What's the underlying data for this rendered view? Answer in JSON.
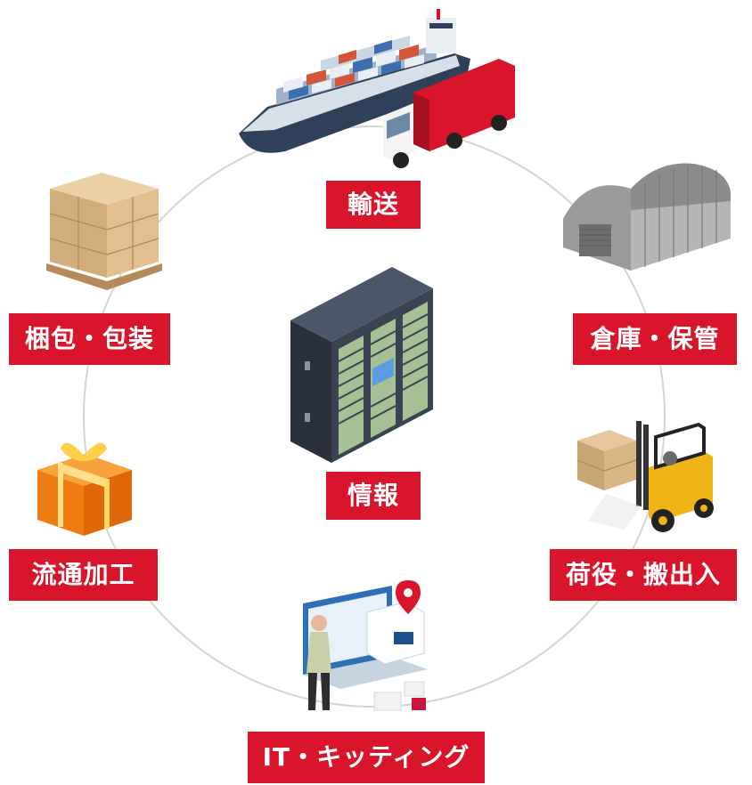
{
  "services": {
    "transport": {
      "label": "輸送",
      "icon": "cargo-ship-truck-icon"
    },
    "storage": {
      "label": "倉庫・保管",
      "icon": "warehouse-icon"
    },
    "handling": {
      "label": "荷役・搬出入",
      "icon": "forklift-icon"
    },
    "it_kitting": {
      "label": "IT・キッティング",
      "icon": "delivery-tracking-icon"
    },
    "processing": {
      "label": "流通加工",
      "icon": "gift-box-icon"
    },
    "packing": {
      "label": "梱包・包装",
      "icon": "pallet-boxes-icon"
    },
    "information": {
      "label": "情報",
      "icon": "server-rack-icon"
    }
  },
  "colors": {
    "label_bg": "#d9152b",
    "label_text": "#ffffff",
    "ring": "#d4d4d4"
  }
}
